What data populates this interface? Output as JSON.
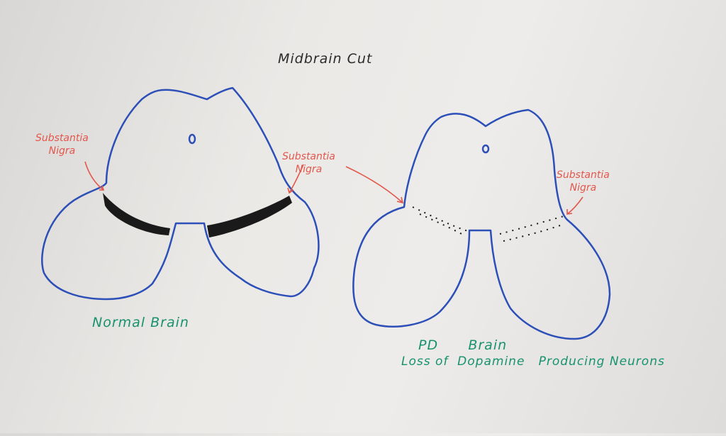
{
  "title": "Midbrain Cut",
  "labels": {
    "sn_left": [
      "Substantia",
      "Nigra"
    ],
    "sn_mid": [
      "Substantia",
      "Nigra"
    ],
    "sn_right": [
      "Substantia",
      "Nigra"
    ],
    "normal": "Normal Brain",
    "pd_line1": "PD      Brain",
    "pd_line2": "Loss of  Dopamine   Producing Neurons"
  },
  "colors": {
    "outline": "#2c4fb8",
    "annotation": "#e2574c",
    "caption": "#17926f",
    "neurons": "#1a1a1a"
  }
}
